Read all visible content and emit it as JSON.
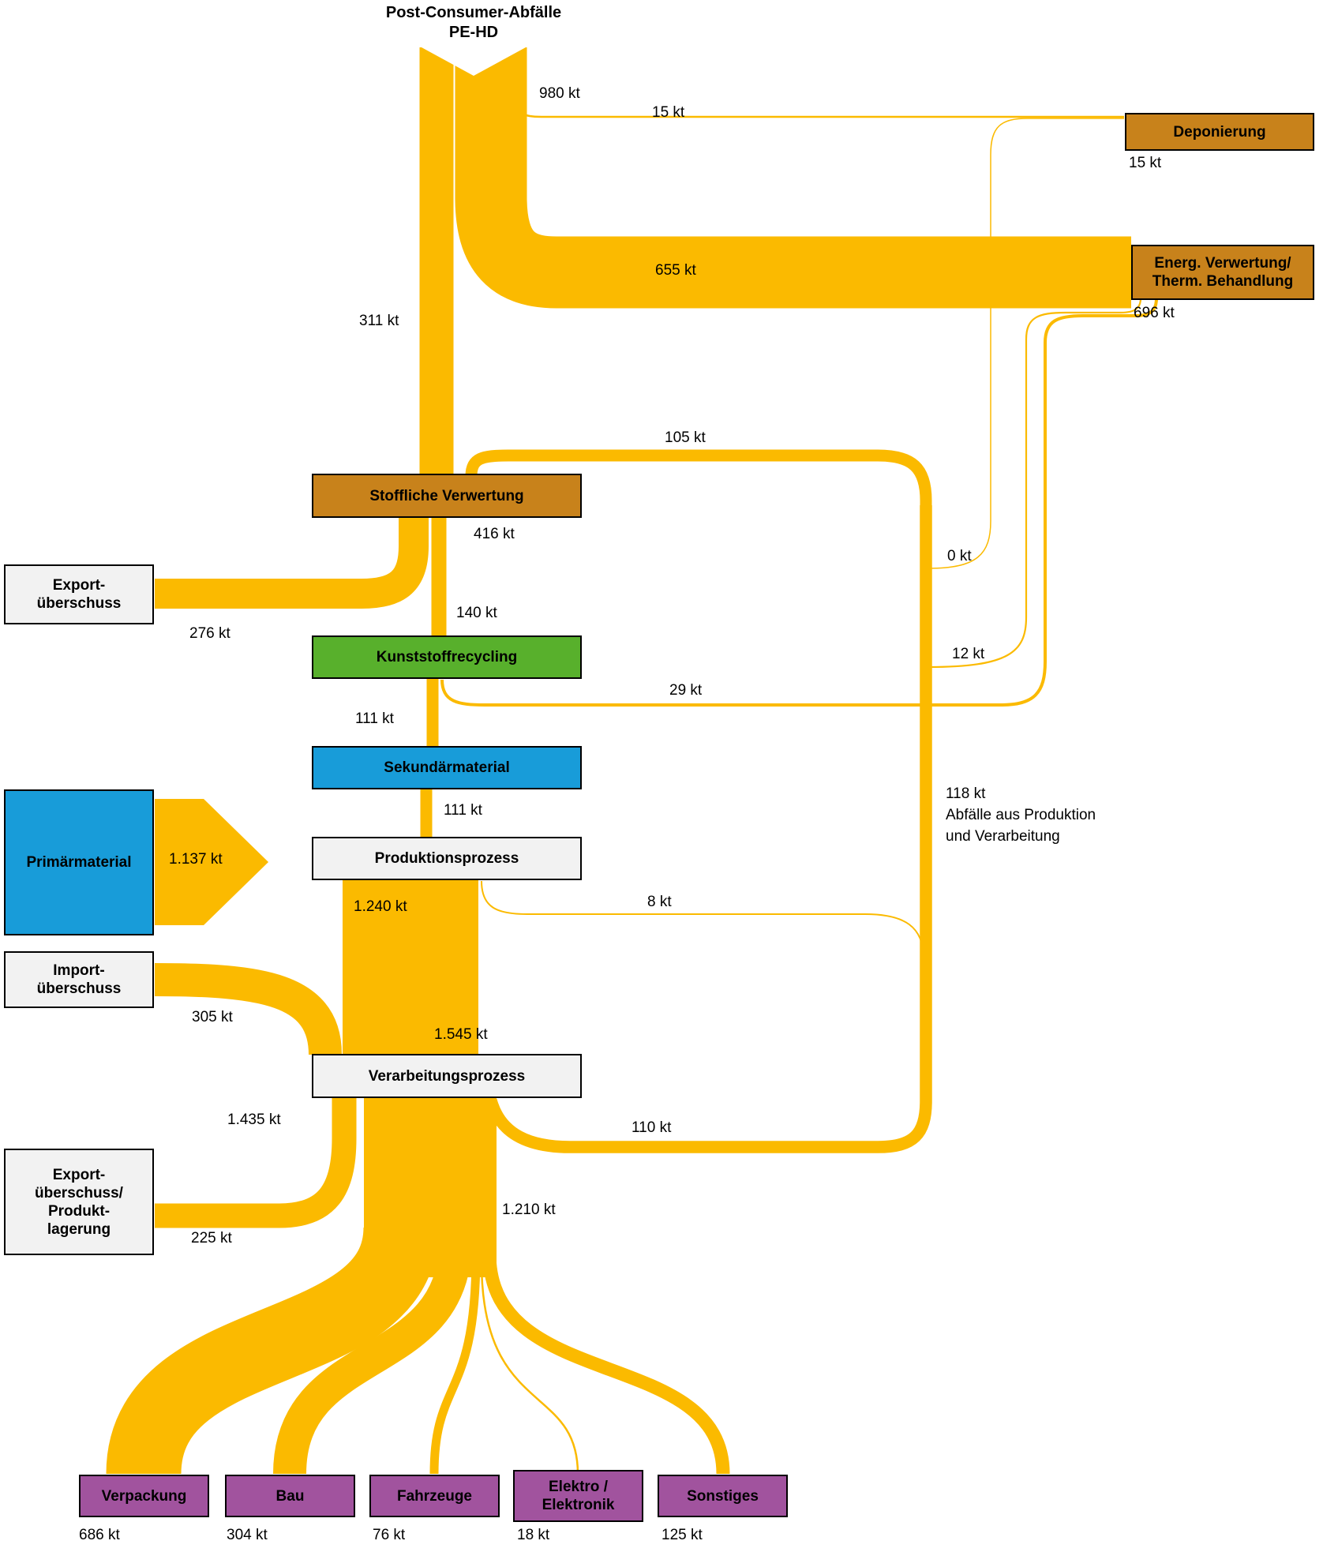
{
  "colors": {
    "flow": "#FBBA00",
    "brown": "#C8821B",
    "green": "#58B02C",
    "blue": "#189CD9",
    "grey": "#F2F2F2",
    "purple": "#A1539E",
    "border": "#000000"
  },
  "nodes": {
    "post_consumer": {
      "line1": "Post-Consumer-Abfälle",
      "line2": "PE-HD"
    },
    "deponierung": {
      "label": "Deponierung",
      "value": "15 kt"
    },
    "energ_verwertung": {
      "line1": "Energ. Verwertung/",
      "line2": "Therm. Behandlung",
      "value": "696 kt"
    },
    "stoffliche_verwertung": {
      "label": "Stoffliche Verwertung"
    },
    "export_ueberschuss": {
      "line1": "Export-",
      "line2": "überschuss"
    },
    "kunststoffrecycling": {
      "label": "Kunststoffrecycling"
    },
    "sekundaermaterial": {
      "label": "Sekundärmaterial"
    },
    "primaermaterial": {
      "label": "Primärmaterial"
    },
    "produktionsprozess": {
      "label": "Produktionsprozess"
    },
    "import_ueberschuss": {
      "line1": "Import-",
      "line2": "überschuss"
    },
    "verarbeitungsprozess": {
      "label": "Verarbeitungsprozess"
    },
    "export_produktlagerung": {
      "lines": [
        "Export-",
        "überschuss/",
        "Produkt-",
        "lagerung"
      ]
    },
    "verpackung": {
      "label": "Verpackung",
      "value": "686 kt"
    },
    "bau": {
      "label": "Bau",
      "value": "304 kt"
    },
    "fahrzeuge": {
      "label": "Fahrzeuge",
      "value": "76 kt"
    },
    "elektro_elektronik": {
      "line1": "Elektro /",
      "line2": "Elektronik",
      "value": "18 kt"
    },
    "sonstiges": {
      "label": "Sonstiges",
      "value": "125 kt"
    }
  },
  "labels": {
    "f980": "980 kt",
    "f15": "15 kt",
    "f655": "655 kt",
    "f311": "311 kt",
    "f105": "105 kt",
    "f416": "416 kt",
    "f276": "276 kt",
    "f140": "140 kt",
    "f29": "29 kt",
    "f0": "0 kt",
    "f12": "12 kt",
    "f111_recycling": "111 kt",
    "f111_sekundaer": "111 kt",
    "f1137": "1.137 kt",
    "f1240": "1.240 kt",
    "f8": "8 kt",
    "f305": "305 kt",
    "f1545": "1.545 kt",
    "f110": "110 kt",
    "f1435": "1.435 kt",
    "f225": "225 kt",
    "f1210": "1.210 kt",
    "f118_line1": "118 kt",
    "f118_line2": "Abfälle aus Produktion",
    "f118_line3": "und Verarbeitung"
  },
  "chart_data": {
    "type": "sankey",
    "title": "Post-Consumer-Abfälle PE-HD",
    "unit": "kt",
    "nodes": [
      "Post-Consumer-Abfälle PE-HD",
      "Deponierung",
      "Energ. Verwertung/Therm. Behandlung",
      "Stoffliche Verwertung",
      "Export-überschuss",
      "Kunststoffrecycling",
      "Sekundärmaterial",
      "Primärmaterial",
      "Produktionsprozess",
      "Import-überschuss",
      "Verarbeitungsprozess",
      "Export-überschuss/Produktlagerung",
      "Abfälle aus Produktion und Verarbeitung",
      "Verpackung",
      "Bau",
      "Fahrzeuge",
      "Elektro/Elektronik",
      "Sonstiges"
    ],
    "links": [
      {
        "source": "Post-Consumer-Abfälle PE-HD",
        "target": "Deponierung",
        "value": 15
      },
      {
        "source": "Post-Consumer-Abfälle PE-HD",
        "target": "Energ. Verwertung/Therm. Behandlung",
        "value": 655
      },
      {
        "source": "Post-Consumer-Abfälle PE-HD",
        "target": "Stoffliche Verwertung",
        "value": 311
      },
      {
        "source": "Abfälle aus Produktion und Verarbeitung",
        "target": "Stoffliche Verwertung",
        "value": 105
      },
      {
        "source": "Abfälle aus Produktion und Verarbeitung",
        "target": "Energ. Verwertung/Therm. Behandlung",
        "value": 12
      },
      {
        "source": "Abfälle aus Produktion und Verarbeitung",
        "target": "Deponierung",
        "value": 0
      },
      {
        "source": "Stoffliche Verwertung",
        "target": "Export-überschuss",
        "value": 276
      },
      {
        "source": "Stoffliche Verwertung",
        "target": "Kunststoffrecycling",
        "value": 140
      },
      {
        "source": "Kunststoffrecycling",
        "target": "Sekundärmaterial",
        "value": 111
      },
      {
        "source": "Kunststoffrecycling",
        "target": "Energ. Verwertung/Therm. Behandlung",
        "value": 29
      },
      {
        "source": "Sekundärmaterial",
        "target": "Produktionsprozess",
        "value": 111
      },
      {
        "source": "Primärmaterial",
        "target": "Produktionsprozess",
        "value": 1137
      },
      {
        "source": "Produktionsprozess",
        "target": "Verarbeitungsprozess",
        "value": 1240
      },
      {
        "source": "Produktionsprozess",
        "target": "Abfälle aus Produktion und Verarbeitung",
        "value": 8
      },
      {
        "source": "Import-überschuss",
        "target": "Verarbeitungsprozess",
        "value": 305
      },
      {
        "source": "Verarbeitungsprozess",
        "target": "Abfälle aus Produktion und Verarbeitung",
        "value": 110
      },
      {
        "source": "Verarbeitungsprozess",
        "target": "Export-überschuss/Produktlagerung",
        "value": 225
      },
      {
        "source": "Verarbeitungsprozess",
        "target": "Verpackung",
        "value": 686
      },
      {
        "source": "Verarbeitungsprozess",
        "target": "Bau",
        "value": 304
      },
      {
        "source": "Verarbeitungsprozess",
        "target": "Fahrzeuge",
        "value": 76
      },
      {
        "source": "Verarbeitungsprozess",
        "target": "Elektro/Elektronik",
        "value": 18
      },
      {
        "source": "Verarbeitungsprozess",
        "target": "Sonstiges",
        "value": 125
      }
    ],
    "totals": {
      "post_consumer_abfaelle": 980,
      "stoffliche_verwertung_out": 416,
      "energ_verwertung_in": 696,
      "deponierung_in": 15,
      "verarbeitungsprozess_in": 1545,
      "verarbeitungsprozess_down": 1435,
      "endprodukte": 1210,
      "abfaelle_produktion_verarbeitung": 118
    }
  }
}
